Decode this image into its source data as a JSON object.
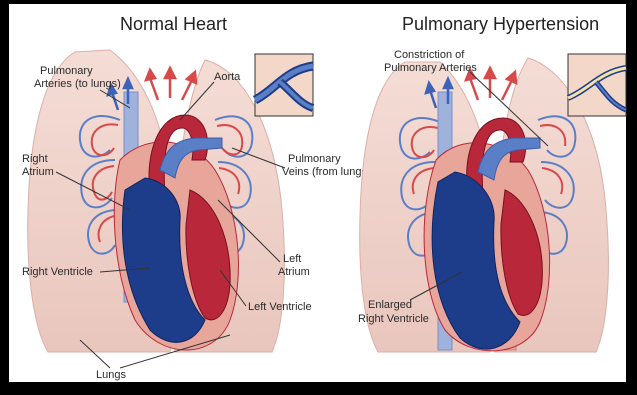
{
  "left_panel": {
    "title": "Normal Heart",
    "labels": {
      "pulmonary_arteries_1": "Pulmonary",
      "pulmonary_arteries_2": "Arteries (to lungs)",
      "aorta": "Aorta",
      "right_atrium_1": "Right",
      "right_atrium_2": "Atrium",
      "pulmonary_veins_1": "Pulmonary",
      "pulmonary_veins_2": "Veins (from lungs)",
      "left_atrium_1": "Left",
      "left_atrium_2": "Atrium",
      "right_ventricle": "Right Ventricle",
      "left_ventricle": "Left Ventricle",
      "lungs": "Lungs"
    }
  },
  "right_panel": {
    "title": "Pulmonary Hypertension",
    "labels": {
      "constriction_1": "Constriction of",
      "constriction_2": "Pulmonary Arteries",
      "enlarged_rv_1": "Enlarged",
      "enlarged_rv_2": "Right Ventricle"
    }
  },
  "colors": {
    "background": "#000000",
    "panel": "#ffffff",
    "lung": "#f1d6cf",
    "artery_blue": "#5b7fc6",
    "dark_blue": "#1d3c8a",
    "heart_red": "#b8283a",
    "heart_pink": "#e8a59a",
    "vessel_red": "#d84a4a"
  }
}
